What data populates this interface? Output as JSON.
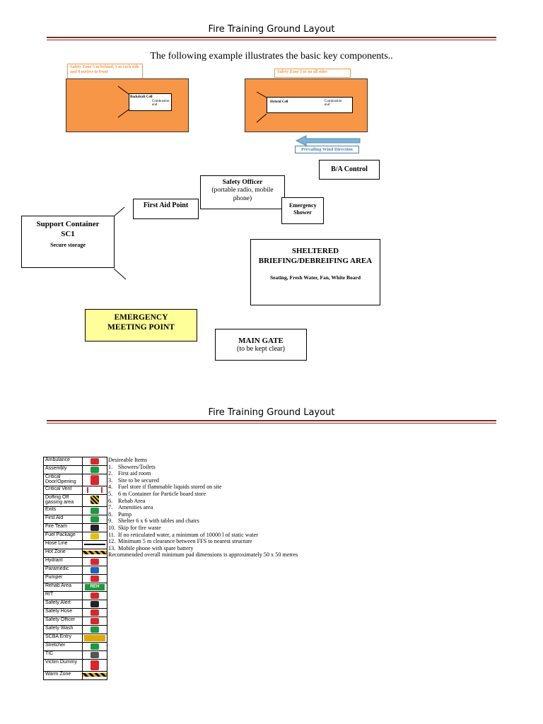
{
  "page_title": "Fire Training Ground Layout",
  "intro": "The following example illustrates the basic key components..",
  "cells": [
    {
      "zone": "Safety Zone 5 m behind, 3 m each side and 8 metres in front",
      "name": "Backdraft Cell",
      "note": "Combustion end"
    },
    {
      "zone": "Safety Zone 3 m on all sides",
      "name": "Hybrid Cell",
      "note": "Combustion end"
    }
  ],
  "wind_label": "Prevailing Wind Direction",
  "ba_control": "B/A Control",
  "safety_officer": {
    "title": "Safety Officer",
    "detail": "(portable radio, mobile phone)"
  },
  "first_aid": "First Aid Point",
  "emergency_shower": "Emergency Shower",
  "support_container": {
    "title": "Support Container",
    "code": "SC1",
    "detail": "Secure storage"
  },
  "sheltered": {
    "title": "SHELTERED BRIEFING/DEBREIFING AREA",
    "detail": "Seating, Fresh Water, Fan, White Board"
  },
  "emergency_meeting": "EMERGENCY MEETING POINT",
  "main_gate": {
    "title": "MAIN GATE",
    "detail": "(to be kept clear)"
  },
  "legend": [
    {
      "label": "Ambulance",
      "icon": "ambulance-icon",
      "color": "#d9262c"
    },
    {
      "label": "Assembly",
      "icon": "assembly-icon",
      "color": "#1a9a3c"
    },
    {
      "label": "Critical Door/Opening",
      "icon": "door-icon",
      "color": "#d9262c"
    },
    {
      "label": "Critical Vent",
      "icon": "vent-icon",
      "color": "#d9262c"
    },
    {
      "label": "Doffing Off gassing area",
      "icon": "hazard-icon",
      "color": "#e2c200"
    },
    {
      "label": "Exits",
      "icon": "exit-icon",
      "color": "#1a9a3c"
    },
    {
      "label": "First Aid",
      "icon": "first-aid-icon",
      "color": "#1a9a3c"
    },
    {
      "label": "Fire Team",
      "icon": "fire-team-icon",
      "color": "#222222"
    },
    {
      "label": "Fuel Package",
      "icon": "flame-icon",
      "color": "#e2c200"
    },
    {
      "label": "Hose Line",
      "icon": "hose-icon",
      "color": "#000000"
    },
    {
      "label": "Hot Zone",
      "icon": "hot-zone-icon",
      "color": "#e2a800"
    },
    {
      "label": "Hydrant",
      "icon": "hydrant-icon",
      "color": "#d9262c"
    },
    {
      "label": "Paramedic",
      "icon": "paramedic-icon",
      "color": "#1e5fbf"
    },
    {
      "label": "Pumper",
      "icon": "pumper-icon",
      "color": "#d9262c"
    },
    {
      "label": "Rehab Area",
      "icon": "reh-icon",
      "color": "#1a9a3c",
      "text": "REH"
    },
    {
      "label": "RIT",
      "icon": "rit-icon",
      "color": "#d9262c"
    },
    {
      "label": "Safety Alert",
      "icon": "safety-alert-icon",
      "color": "#222222"
    },
    {
      "label": "Safety Hose",
      "icon": "safety-hose-icon",
      "color": "#d9262c"
    },
    {
      "label": "Safety Officer",
      "icon": "safety-officer-icon",
      "color": "#d9262c"
    },
    {
      "label": "Safety Wash",
      "icon": "safety-wash-icon",
      "color": "#1a9a3c"
    },
    {
      "label": "SCBA Entry",
      "icon": "scba-entry-icon",
      "color": "#e2a800"
    },
    {
      "label": "Stretcher",
      "icon": "stretcher-icon",
      "color": "#1a9a3c"
    },
    {
      "label": "TIC",
      "icon": "tic-icon",
      "color": "#555555"
    },
    {
      "label": "Victim Dummy",
      "icon": "victim-icon",
      "color": "#d9262c"
    },
    {
      "label": "Warm Zone",
      "icon": "warm-zone-icon",
      "color": "#e2a800"
    }
  ],
  "items_heading": "Desireable Items",
  "items": [
    {
      "n": "1.",
      "t": "Showers/Toilets"
    },
    {
      "n": "2.",
      "t": "First aid room"
    },
    {
      "n": "3.",
      "t": "Site to be secured"
    },
    {
      "n": "4.",
      "t": "Fuel store if flammable liquids stored on site"
    },
    {
      "n": "5.",
      "t": "6 m Container for Particle board store"
    },
    {
      "n": "6.",
      "t": "Rehab Area"
    },
    {
      "n": "7.",
      "t": "Amenities area"
    },
    {
      "n": "8.",
      "t": "Pump"
    },
    {
      "n": "9.",
      "t": "Shelter 6 x 6 with tables and chairs"
    },
    {
      "n": "10.",
      "t": "Skip for fire waste"
    },
    {
      "n": "11.",
      "t": "If no reticulated water, a minimum of 10000 l of static water"
    },
    {
      "n": "12.",
      "t": "Minimum 5 m clearance between FFS to nearest structure"
    },
    {
      "n": "13.",
      "t": "Mobile phone with spare battery"
    }
  ],
  "items_footer": "Recommended overall minimum pad dimensions is approximately 50 x 50 metres"
}
